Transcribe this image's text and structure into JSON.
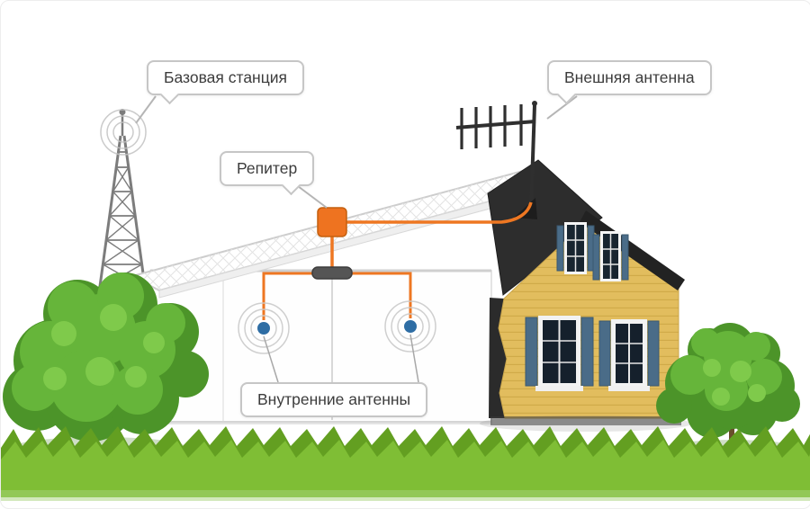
{
  "diagram": {
    "labels": {
      "base_station": "Базовая станция",
      "external_antenna": "Внешняя антенна",
      "repeater": "Репитер",
      "internal_antennas": "Внутренние антенны"
    },
    "colors": {
      "cable": "#ee7722",
      "repeater_fill": "#ee7320",
      "indoor_antenna": "#2e6da4",
      "house_wall": "#e2bd5e",
      "roof_dark": "#2d2d2d",
      "tower": "#7c7c7c",
      "tree": "#4c9429",
      "grass_back": "#639f21",
      "grass_front": "#7fbe35"
    }
  }
}
